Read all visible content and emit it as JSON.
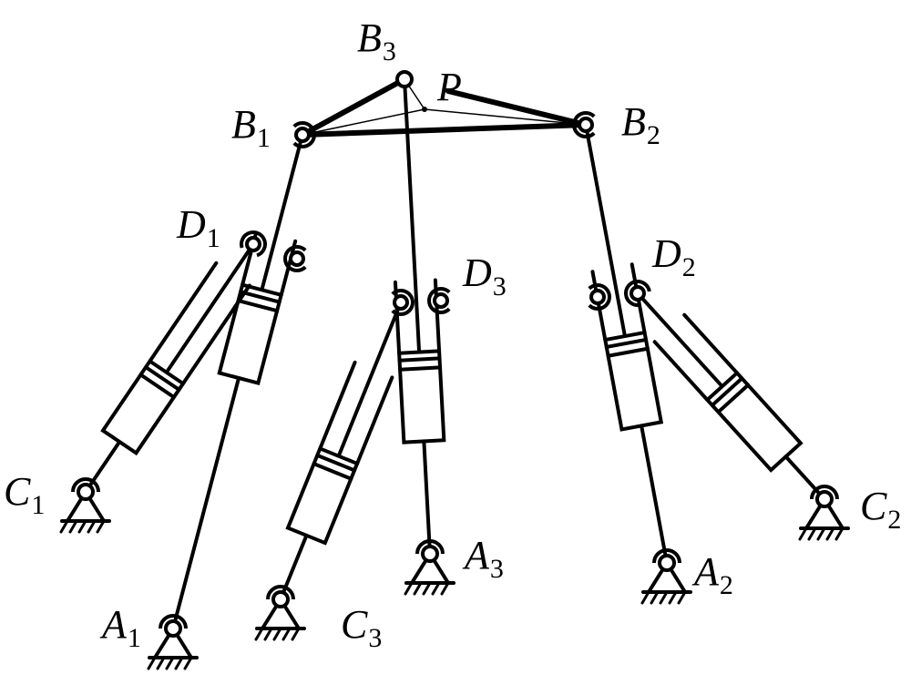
{
  "diagram": {
    "stroke_color": "#000000",
    "background_color": "#ffffff",
    "labels": {
      "B3": {
        "letter": "B",
        "sub": "3"
      },
      "P": {
        "letter": "P",
        "sub": ""
      },
      "B1": {
        "letter": "B",
        "sub": "1"
      },
      "B2": {
        "letter": "B",
        "sub": "2"
      },
      "D1": {
        "letter": "D",
        "sub": "1"
      },
      "D2": {
        "letter": "D",
        "sub": "2"
      },
      "D3": {
        "letter": "D",
        "sub": "3"
      },
      "C1": {
        "letter": "C",
        "sub": "1"
      },
      "C2": {
        "letter": "C",
        "sub": "2"
      },
      "C3": {
        "letter": "C",
        "sub": "3"
      },
      "A1": {
        "letter": "A",
        "sub": "1"
      },
      "A2": {
        "letter": "A",
        "sub": "2"
      },
      "A3": {
        "letter": "A",
        "sub": "3"
      }
    }
  }
}
